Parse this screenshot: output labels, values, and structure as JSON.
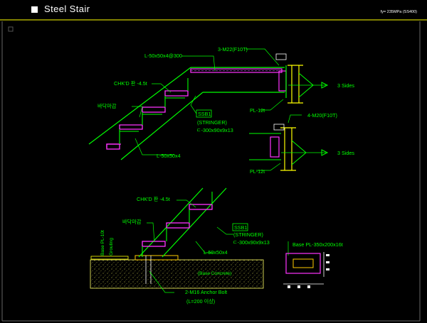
{
  "title": "Steel Stair",
  "material_note": "fy= 235MPa (SS400)",
  "upper": {
    "angle_top": "L-50x50x4@300",
    "bolt_top": "3-M22(F10T)",
    "chkd": "CHK'D 판 -4.5t",
    "finish": "바닥마감",
    "ssb_tag": "SSB1",
    "stringer": "(STRINGER)",
    "channel": "ㄷ-300x90x9x13",
    "angle_bottom": "L-50x50x4",
    "plate_12t_a": "PL-12t",
    "bolt_mid": "4-M20(F10T)",
    "plate_12t_b": "PL-12t",
    "sides_a": "3 Sides",
    "sides_b": "3 Sides"
  },
  "lower": {
    "chkd": "CHK'D 판 -4.5t",
    "finish": "바닥마감",
    "ssb_tag": "SSB1",
    "stringer": "(STRINGER)",
    "channel": "ㄷ-300x90x9x13",
    "angle": "L-50x50x4",
    "base_plate": "Base PL-350x200x16t",
    "base_pl_vertical": "Base PL-10t",
    "grouting": "Grouting",
    "concrete": "(Base Concrete)",
    "anchor": "2-M16 Anchor Bolt",
    "anchor_len": "(L=200 이상)"
  }
}
